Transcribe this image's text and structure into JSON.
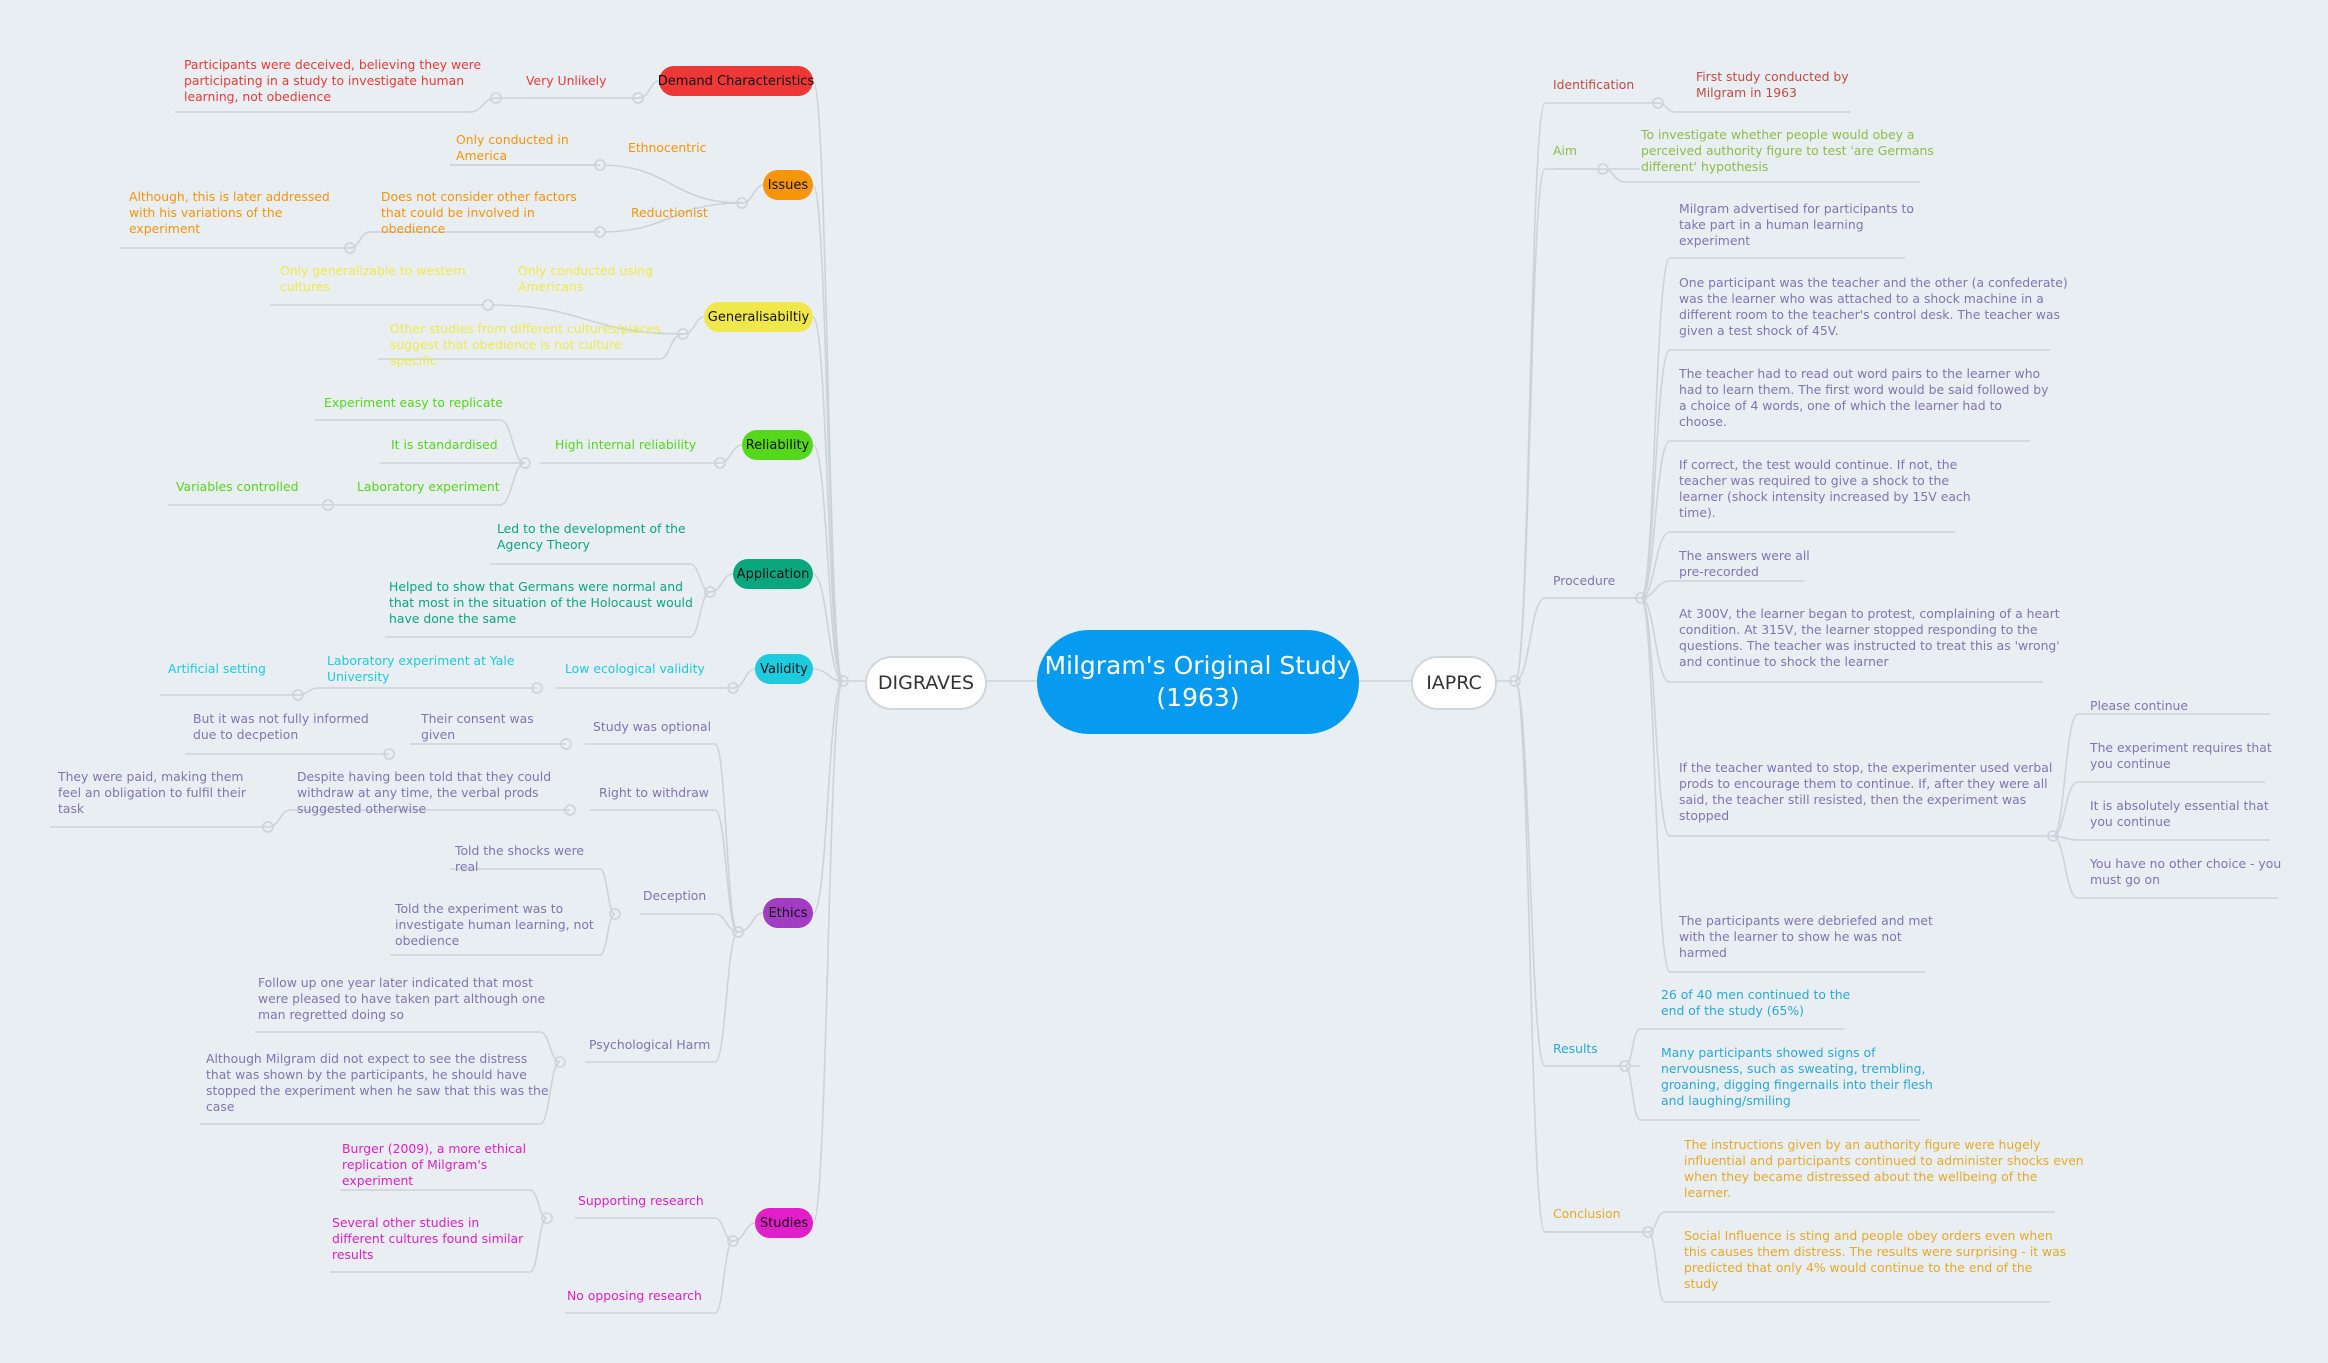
{
  "title": "Milgram's Original Study (1963)",
  "left_hub": "DIGRAVES",
  "right_hub": "IAPRC",
  "colors": {
    "center": "#069bf0",
    "edge": "#ccd3d8",
    "demand": "#ee3837",
    "issues": "#f6940a",
    "general": "#f0e84a",
    "reliab": "#55d81b",
    "applic": "#0aa67e",
    "valid": "#1ccbde",
    "ethics": "#a23cc2",
    "studies": "#e11ec9",
    "ident": "#c44b44",
    "aim": "#8cbd4a",
    "proc": "#7f75b3",
    "results": "#29a9d8",
    "concl": "#e7a928"
  },
  "left": {
    "demand": {
      "label": "Demand Characteristics",
      "very_unlikely": "Very Unlikely",
      "deceived": [
        "Participants were deceived, believing they were",
        "participating in a study to investigate human",
        "learning, not obedience"
      ]
    },
    "issues": {
      "label": "Issues",
      "ethnocentric": "Ethnocentric",
      "only_america": [
        "Only conducted in",
        "America"
      ],
      "reductionist": "Reductionist",
      "other_factors": [
        "Does not consider other factors",
        "that could be involved in",
        "obedience"
      ],
      "variations": [
        "Although, this is later addressed",
        "with his variations of the",
        "experiment"
      ]
    },
    "general": {
      "label": "Generalisabiltiy",
      "only_americans": [
        "Only conducted using",
        "Americans"
      ],
      "western": [
        "Only generalizable to western",
        "cultures"
      ],
      "other_studies": [
        "Other studies from different cultures/places",
        "suggest that obedience is not culture",
        "specific"
      ]
    },
    "reliab": {
      "label": "Reliability",
      "high_internal": "High internal reliability",
      "easy_replicate": "Experiment easy to replicate",
      "standardised": "It is standardised",
      "lab_experiment": "Laboratory experiment",
      "variables": "Variables controlled"
    },
    "applic": {
      "label": "Application",
      "agency": [
        "Led to the development of the",
        "Agency Theory"
      ],
      "germans": [
        "Helped to show that Germans were normal and",
        "that most in the situation of the Holocaust would",
        "have done the same"
      ]
    },
    "valid": {
      "label": "Validity",
      "low_ecological": "Low ecological validity",
      "lab_yale": [
        "Laboratory experiment at Yale",
        "University"
      ],
      "artificial": "Artificial setting"
    },
    "ethics": {
      "label": "Ethics",
      "optional": "Study was optional",
      "consent": [
        "Their consent was",
        "given"
      ],
      "not_informed": [
        "But it was not fully informed",
        "due to decpetion"
      ],
      "withdraw": "Right to withdraw",
      "despite": [
        "Despite having been told that they could",
        "withdraw at any time, the verbal prods",
        "suggested otherwise"
      ],
      "paid": [
        "They were paid, making them",
        "feel an obligation to fulfil their",
        "task"
      ],
      "deception": "Deception",
      "shocks_real": [
        "Told the shocks were",
        "real"
      ],
      "told_learning": [
        "Told the experiment was to",
        "investigate human learning, not",
        "obedience"
      ],
      "harm": "Psychological Harm",
      "follow_up": [
        "Follow up one year later indicated that most",
        "were pleased to have taken part although one",
        "man regretted doing so"
      ],
      "distress": [
        "Although Milgram did not expect to see the distress",
        "that was shown by the participants, he should have",
        "stopped the experiment when he saw that this was the",
        "case"
      ]
    },
    "studies": {
      "label": "Studies",
      "supporting": "Supporting research",
      "burger": [
        "Burger (2009), a more ethical",
        "replication of Milgram's",
        "experiment"
      ],
      "several": [
        "Several other studies in",
        "different cultures found similar",
        "results"
      ],
      "opposing": "No opposing research"
    }
  },
  "right": {
    "ident": {
      "label": "Identification",
      "first": [
        "First study conducted by",
        "Milgram in 1963"
      ]
    },
    "aim": {
      "label": "Aim",
      "text": [
        "To investigate whether people would obey a",
        "perceived authority figure to test 'are Germans",
        "different' hypothesis"
      ]
    },
    "proc": {
      "label": "Procedure",
      "p1": [
        "Milgram advertised for participants to",
        "take part in a human learning",
        "experiment"
      ],
      "p2": [
        "One participant was the teacher and the other (a confederate)",
        "was the learner who was attached to a shock machine in a",
        "different room to the teacher's control desk. The teacher was",
        "given a test shock of 45V."
      ],
      "p3": [
        "The teacher had to read out word pairs to the learner who",
        "had to learn them.  The first word would be said followed by",
        "a choice of 4 words, one of which the learner had to",
        "choose."
      ],
      "p4": [
        "If correct, the test would continue. If not, the",
        "teacher was required to give a shock to the",
        "learner (shock intensity increased by 15V each",
        "time)."
      ],
      "p5": [
        "The answers were all",
        "pre-recorded"
      ],
      "p6": [
        "At 300V, the learner began to protest, complaining of a heart",
        "condition.  At 315V, the learner stopped responding to the",
        "questions.  The teacher was instructed to treat this as 'wrong'",
        "and continue to shock the learner"
      ],
      "p7": [
        "If the teacher wanted to stop, the experimenter used verbal",
        "prods to encourage them to continue. If, after they were all",
        "said, the teacher still resisted, then the experiment was",
        "stopped"
      ],
      "prod1": "Please continue",
      "prod2": [
        "The experiment requires that",
        "you continue"
      ],
      "prod3": [
        "It is absolutely essential that",
        "you continue"
      ],
      "prod4": [
        "You have no other choice - you",
        "must go on"
      ],
      "p8": [
        "The participants were debriefed and met",
        "with the learner to show he was not",
        "harmed"
      ]
    },
    "results": {
      "label": "Results",
      "r1": [
        "26 of 40 men continued to the",
        "end of the study (65%)"
      ],
      "r2": [
        "Many participants showed signs of",
        "nervousness, such as  sweating, trembling,",
        "groaning, digging fingernails into their flesh",
        "and laughing/smiling"
      ]
    },
    "concl": {
      "label": "Conclusion",
      "c1": [
        "The instructions given by an authority figure were hugely",
        "influential and participants continued to administer shocks even",
        "when they became distressed about the wellbeing of the",
        "learner."
      ],
      "c2": [
        "Social Influence is sting and people obey orders even when",
        "this causes them distress.  The results were surprising - it was",
        "predicted that only 4% would continue to the end of the",
        "study"
      ]
    }
  }
}
